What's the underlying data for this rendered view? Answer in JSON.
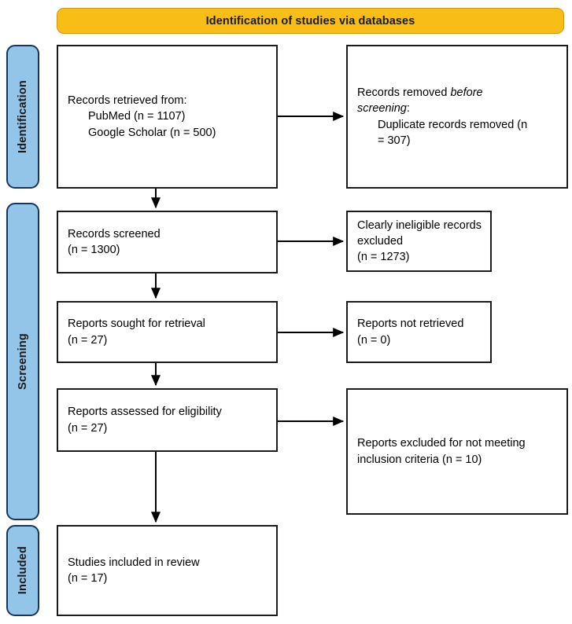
{
  "diagram": {
    "title": "Identification of studies via databases",
    "type": "PRISMA flow diagram",
    "colors": {
      "header_fill": "#F8BE15",
      "stage_label_fill": "#92C5E8",
      "stage_label_border": "#17365D",
      "box_border": "#1b1b1b",
      "box_fill": "#ffffff",
      "arrow": "#000000"
    }
  },
  "stages": [
    {
      "key": "identification",
      "label": "Identification"
    },
    {
      "key": "screening",
      "label": "Screening"
    },
    {
      "key": "included",
      "label": "Included"
    }
  ],
  "boxes": {
    "records_identified": {
      "line1": "Records retrieved from:",
      "line2": "PubMed (n = 1107)",
      "line3": "Google Scholar (n = 500)"
    },
    "records_removed": {
      "line1_a": "Records removed ",
      "line1_b": "before",
      "line2_a": "screening",
      "line2_b": ":",
      "line3": "Duplicate records removed (n",
      "line4": "= 307)"
    },
    "records_screened": {
      "line1": "Records screened",
      "line2": "(n = 1300)"
    },
    "records_excluded": {
      "line1": "Clearly ineligible records",
      "line2": "excluded",
      "line3": "(n = 1273)"
    },
    "reports_sought": {
      "line1": "Reports sought for retrieval",
      "line2": "(n = 27)"
    },
    "reports_not_retrieved": {
      "line1": "Reports not retrieved",
      "line2": "(n = 0)"
    },
    "reports_assessed": {
      "line1": "Reports assessed for eligibility",
      "line2": "(n = 27)"
    },
    "reports_excluded": {
      "line1": "Reports excluded for not meeting",
      "line2": "inclusion criteria (n = 10)"
    },
    "studies_included": {
      "line1": "Studies included in review",
      "line2": "(n = 17)"
    }
  },
  "chart_data": {
    "type": "diagram",
    "title": "Identification of studies via databases",
    "nodes": [
      {
        "id": "records_identified",
        "stage": "Identification",
        "column": "left",
        "text": "Records retrieved from: PubMed (n = 1107); Google Scholar (n = 500)",
        "counts": {
          "PubMed": 1107,
          "Google Scholar": 500
        }
      },
      {
        "id": "records_removed",
        "stage": "Identification",
        "column": "right",
        "text": "Records removed before screening: Duplicate records removed (n = 307)",
        "counts": {
          "Duplicate records removed": 307
        }
      },
      {
        "id": "records_screened",
        "stage": "Screening",
        "column": "left",
        "text": "Records screened (n = 1300)",
        "counts": {
          "n": 1300
        }
      },
      {
        "id": "records_excluded",
        "stage": "Screening",
        "column": "right",
        "text": "Clearly ineligible records excluded (n = 1273)",
        "counts": {
          "n": 1273
        }
      },
      {
        "id": "reports_sought",
        "stage": "Screening",
        "column": "left",
        "text": "Reports sought for retrieval (n = 27)",
        "counts": {
          "n": 27
        }
      },
      {
        "id": "reports_not_retrieved",
        "stage": "Screening",
        "column": "right",
        "text": "Reports not retrieved (n = 0)",
        "counts": {
          "n": 0
        }
      },
      {
        "id": "reports_assessed",
        "stage": "Screening",
        "column": "left",
        "text": "Reports assessed for eligibility (n = 27)",
        "counts": {
          "n": 27
        }
      },
      {
        "id": "reports_excluded",
        "stage": "Screening",
        "column": "right",
        "text": "Reports excluded for not meeting inclusion criteria (n = 10)",
        "counts": {
          "n": 10
        }
      },
      {
        "id": "studies_included",
        "stage": "Included",
        "column": "left",
        "text": "Studies included in review (n = 17)",
        "counts": {
          "n": 17
        }
      }
    ],
    "edges": [
      {
        "from": "records_identified",
        "to": "records_removed",
        "direction": "right"
      },
      {
        "from": "records_identified",
        "to": "records_screened",
        "direction": "down"
      },
      {
        "from": "records_screened",
        "to": "records_excluded",
        "direction": "right"
      },
      {
        "from": "records_screened",
        "to": "reports_sought",
        "direction": "down"
      },
      {
        "from": "reports_sought",
        "to": "reports_not_retrieved",
        "direction": "right"
      },
      {
        "from": "reports_sought",
        "to": "reports_assessed",
        "direction": "down"
      },
      {
        "from": "reports_assessed",
        "to": "reports_excluded",
        "direction": "right"
      },
      {
        "from": "reports_assessed",
        "to": "studies_included",
        "direction": "down"
      }
    ]
  }
}
